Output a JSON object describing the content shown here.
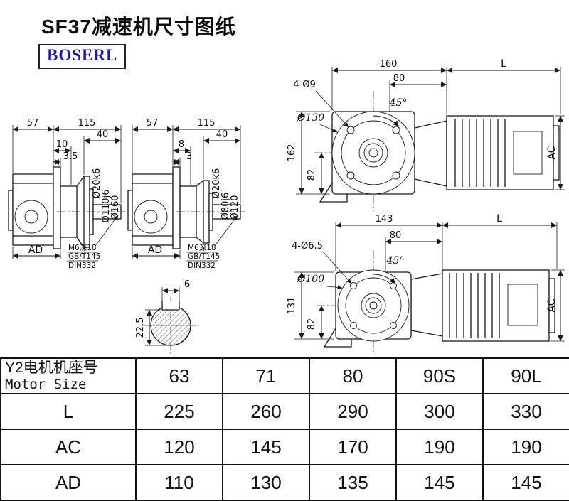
{
  "page": {
    "title": "SF37减速机尺寸图纸",
    "brand": "BOSERL"
  },
  "view_a": {
    "d57": "57",
    "d115": "115",
    "d40": "40",
    "d10": "10",
    "d35": "3.5",
    "shaft": "Ø20k6",
    "spigot": "Ø110j6",
    "flange": "Ø160",
    "ad": "AD",
    "note1": "M6深18",
    "note2": "GB/T145",
    "note3": "DIN332"
  },
  "view_b": {
    "d57": "57",
    "d115": "115",
    "d40": "40",
    "d8": "8",
    "d3": "3",
    "shaft": "Ø20k6",
    "spigot": "Ø80j6",
    "flange": "Ø120",
    "ad": "AD",
    "note1": "M6深18",
    "note2": "GB/T145",
    "note3": "DIN332"
  },
  "view_c": {
    "d160": "160",
    "dL": "L",
    "d80": "80",
    "holes": "4-Ø9",
    "angle": "45°",
    "flange": "Ø130",
    "d162": "162",
    "d82": "82",
    "ac": "AC"
  },
  "view_d": {
    "d143": "143",
    "dL": "L",
    "d80": "80",
    "holes": "4-Ø6.5",
    "angle": "45°",
    "flange": "Ø100",
    "d131": "131",
    "d82": "82",
    "ac": "AC"
  },
  "shaft_section": {
    "key_width": "6",
    "depth": "22.5"
  },
  "table": {
    "header_cn": "Y2电机机座号",
    "header_en": "Motor Size",
    "sizes": [
      "63",
      "71",
      "80",
      "90S",
      "90L"
    ],
    "rows": [
      {
        "label": "L",
        "values": [
          "225",
          "260",
          "290",
          "300",
          "330"
        ]
      },
      {
        "label": "AC",
        "values": [
          "120",
          "145",
          "170",
          "190",
          "190"
        ]
      },
      {
        "label": "AD",
        "values": [
          "110",
          "130",
          "135",
          "145",
          "145"
        ]
      }
    ]
  }
}
